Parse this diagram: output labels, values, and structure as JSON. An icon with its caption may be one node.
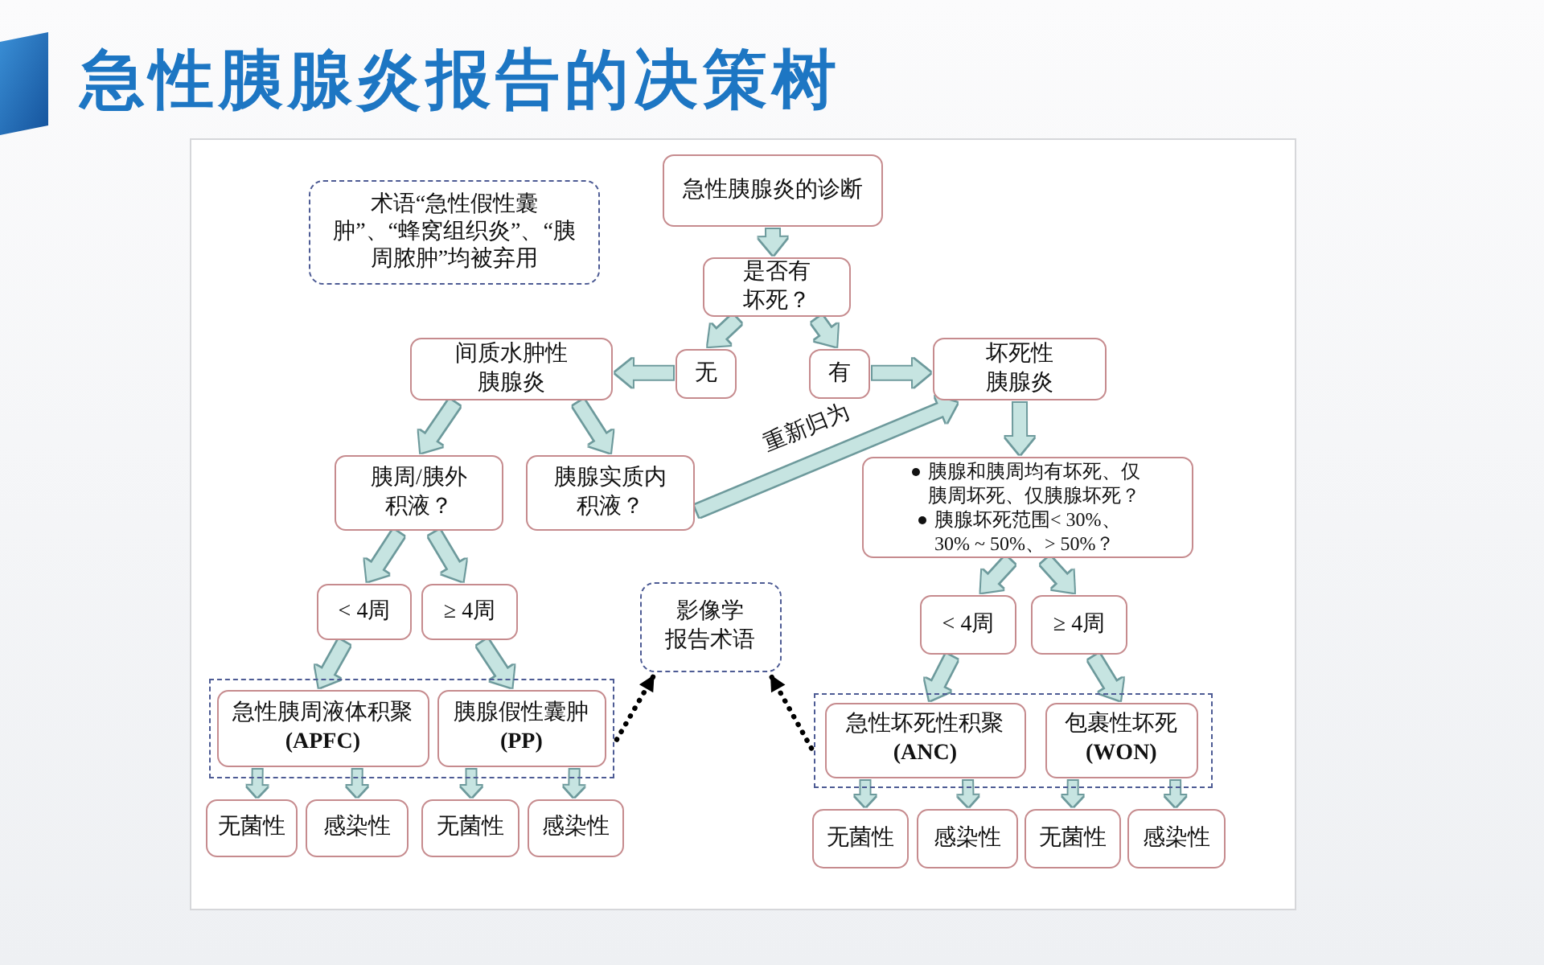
{
  "diagram": {
    "title": "急性胰腺炎报告的决策树",
    "nodes": [
      {
        "text": [
          "急性胰腺炎的诊断"
        ]
      },
      {
        "text": [
          "术语“急性假性囊肿”、“蜂窝组织炎”、“胰周脓肿”均被弃用"
        ]
      },
      {
        "text": [
          "是否有坏死？"
        ]
      },
      {
        "text": [
          "间质水肿性胰腺炎"
        ]
      },
      {
        "text": [
          "无"
        ]
      },
      {
        "text": [
          "有"
        ]
      },
      {
        "text": [
          "坏死性胰腺炎"
        ]
      },
      {
        "text": [
          "胰周/胰外积液？"
        ]
      },
      {
        "text": [
          "胰腺实质内积液？"
        ]
      },
      {
        "text": [
          "胰腺和胰周均有坏死、仅胰周坏死、仅胰腺坏死？",
          "胰腺坏死范围< 30%、30% ~ 50%、> 50%？"
        ]
      },
      {
        "text": [
          "< 4周"
        ]
      },
      {
        "text": [
          "≥ 4周"
        ]
      },
      {
        "text": [
          "影像学报告术语"
        ]
      },
      {
        "text": [
          "< 4周"
        ]
      },
      {
        "text": [
          "≥ 4周"
        ]
      },
      {
        "text": [],
        "shape": "box"
      },
      {
        "text": [
          "急性胰周液体积聚",
          "(APFC)"
        ],
        "in": 15
      },
      {
        "text": [
          "胰腺假性囊肿",
          "(PP)"
        ],
        "in": 15
      },
      {
        "text": [],
        "shape": "box"
      },
      {
        "text": [
          "急性坏死性积聚",
          "(ANC)"
        ],
        "in": 18
      },
      {
        "text": [
          "包裹性坏死",
          "(WON)"
        ],
        "in": 18
      },
      {
        "text": [
          "无菌性"
        ]
      },
      {
        "text": [
          "感染性"
        ]
      },
      {
        "text": [
          "无菌性"
        ]
      },
      {
        "text": [
          "感染性"
        ]
      },
      {
        "text": [
          "无菌性"
        ]
      },
      {
        "text": [
          "感染性"
        ]
      },
      {
        "text": [
          "无菌性"
        ]
      },
      {
        "text": [
          "感染性"
        ]
      }
    ],
    "edges": [
      {
        "from": 0,
        "to": 2,
        "arrow": "to"
      },
      {
        "from": 2,
        "to": 4,
        "arrow": "to"
      },
      {
        "from": 2,
        "to": 5,
        "arrow": "to"
      },
      {
        "from": 4,
        "to": 3,
        "arrow": "to"
      },
      {
        "from": 5,
        "to": 6,
        "arrow": "to"
      },
      {
        "from": 3,
        "to": 7,
        "arrow": "to"
      },
      {
        "from": 3,
        "to": 8,
        "arrow": "to"
      },
      {
        "from": 6,
        "to": 9,
        "arrow": "to"
      },
      {
        "from": 8,
        "to": 6,
        "arrow": "to",
        "label": "重新归为"
      },
      {
        "from": 7,
        "to": 10,
        "arrow": "to"
      },
      {
        "from": 7,
        "to": 11,
        "arrow": "to"
      },
      {
        "from": 9,
        "to": 13,
        "arrow": "to"
      },
      {
        "from": 9,
        "to": 14,
        "arrow": "to"
      },
      {
        "from": 10,
        "to": 16,
        "arrow": "to"
      },
      {
        "from": 11,
        "to": 17,
        "arrow": "to"
      },
      {
        "from": 13,
        "to": 19,
        "arrow": "to"
      },
      {
        "from": 14,
        "to": 20,
        "arrow": "to"
      },
      {
        "from": 15,
        "to": 12,
        "arrow": "to",
        "style": "dashed",
        "color": "#000000"
      },
      {
        "from": 18,
        "to": 12,
        "arrow": "to",
        "style": "dashed",
        "color": "#000000"
      },
      {
        "from": 16,
        "to": 21,
        "arrow": "to"
      },
      {
        "from": 16,
        "to": 22,
        "arrow": "to"
      },
      {
        "from": 17,
        "to": 23,
        "arrow": "to"
      },
      {
        "from": 17,
        "to": 24,
        "arrow": "to"
      },
      {
        "from": 19,
        "to": 25,
        "arrow": "to"
      },
      {
        "from": 19,
        "to": 26,
        "arrow": "to"
      },
      {
        "from": 20,
        "to": 27,
        "arrow": "to"
      },
      {
        "from": 20,
        "to": 28,
        "arrow": "to"
      }
    ]
  }
}
